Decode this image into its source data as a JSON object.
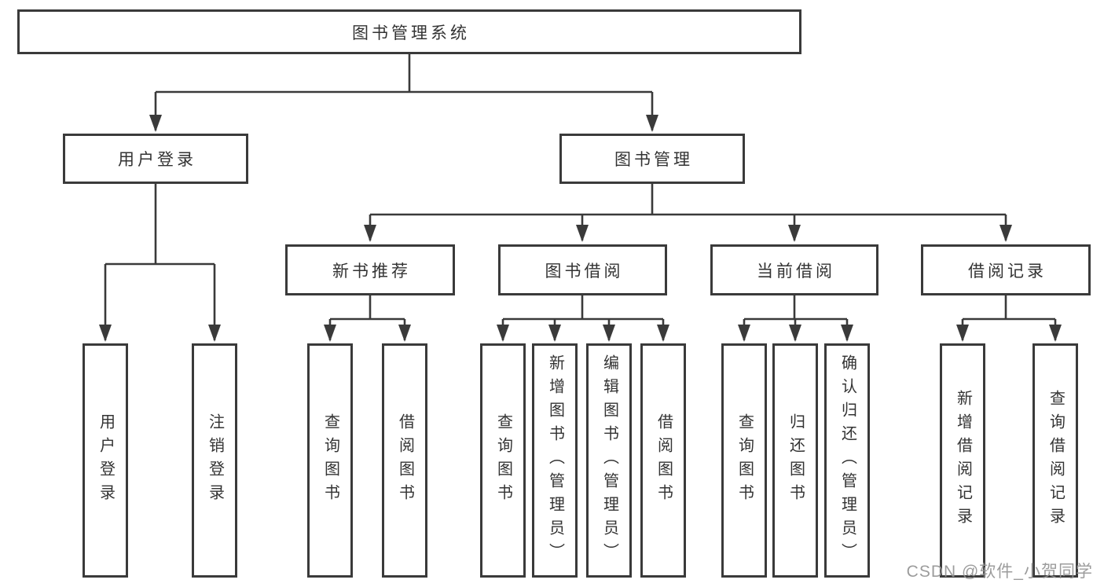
{
  "tree": {
    "root": "图书管理系统",
    "left": {
      "label": "用户登录",
      "leaves": [
        "用户登录",
        "注销登录"
      ]
    },
    "right": {
      "label": "图书管理",
      "groups": [
        {
          "label": "新书推荐",
          "leaves": [
            "查询图书",
            "借阅图书"
          ]
        },
        {
          "label": "图书借阅",
          "leaves": [
            "查询图书",
            "新增图书（管理员）",
            "编辑图书（管理员）",
            "借阅图书"
          ]
        },
        {
          "label": "当前借阅",
          "leaves": [
            "查询图书",
            "归还图书",
            "确认归还（管理员）"
          ]
        },
        {
          "label": "借阅记录",
          "leaves": [
            "新增借阅记录",
            "查询借阅记录"
          ]
        }
      ]
    }
  },
  "watermark": {
    "text": "CSDN @软件_小贺同学"
  },
  "colors": {
    "background": "#ffffff",
    "box_border": "#3a3a3a",
    "connector_line": "#3a3a3a",
    "text": "#333333",
    "watermark_text": "#949494"
  }
}
